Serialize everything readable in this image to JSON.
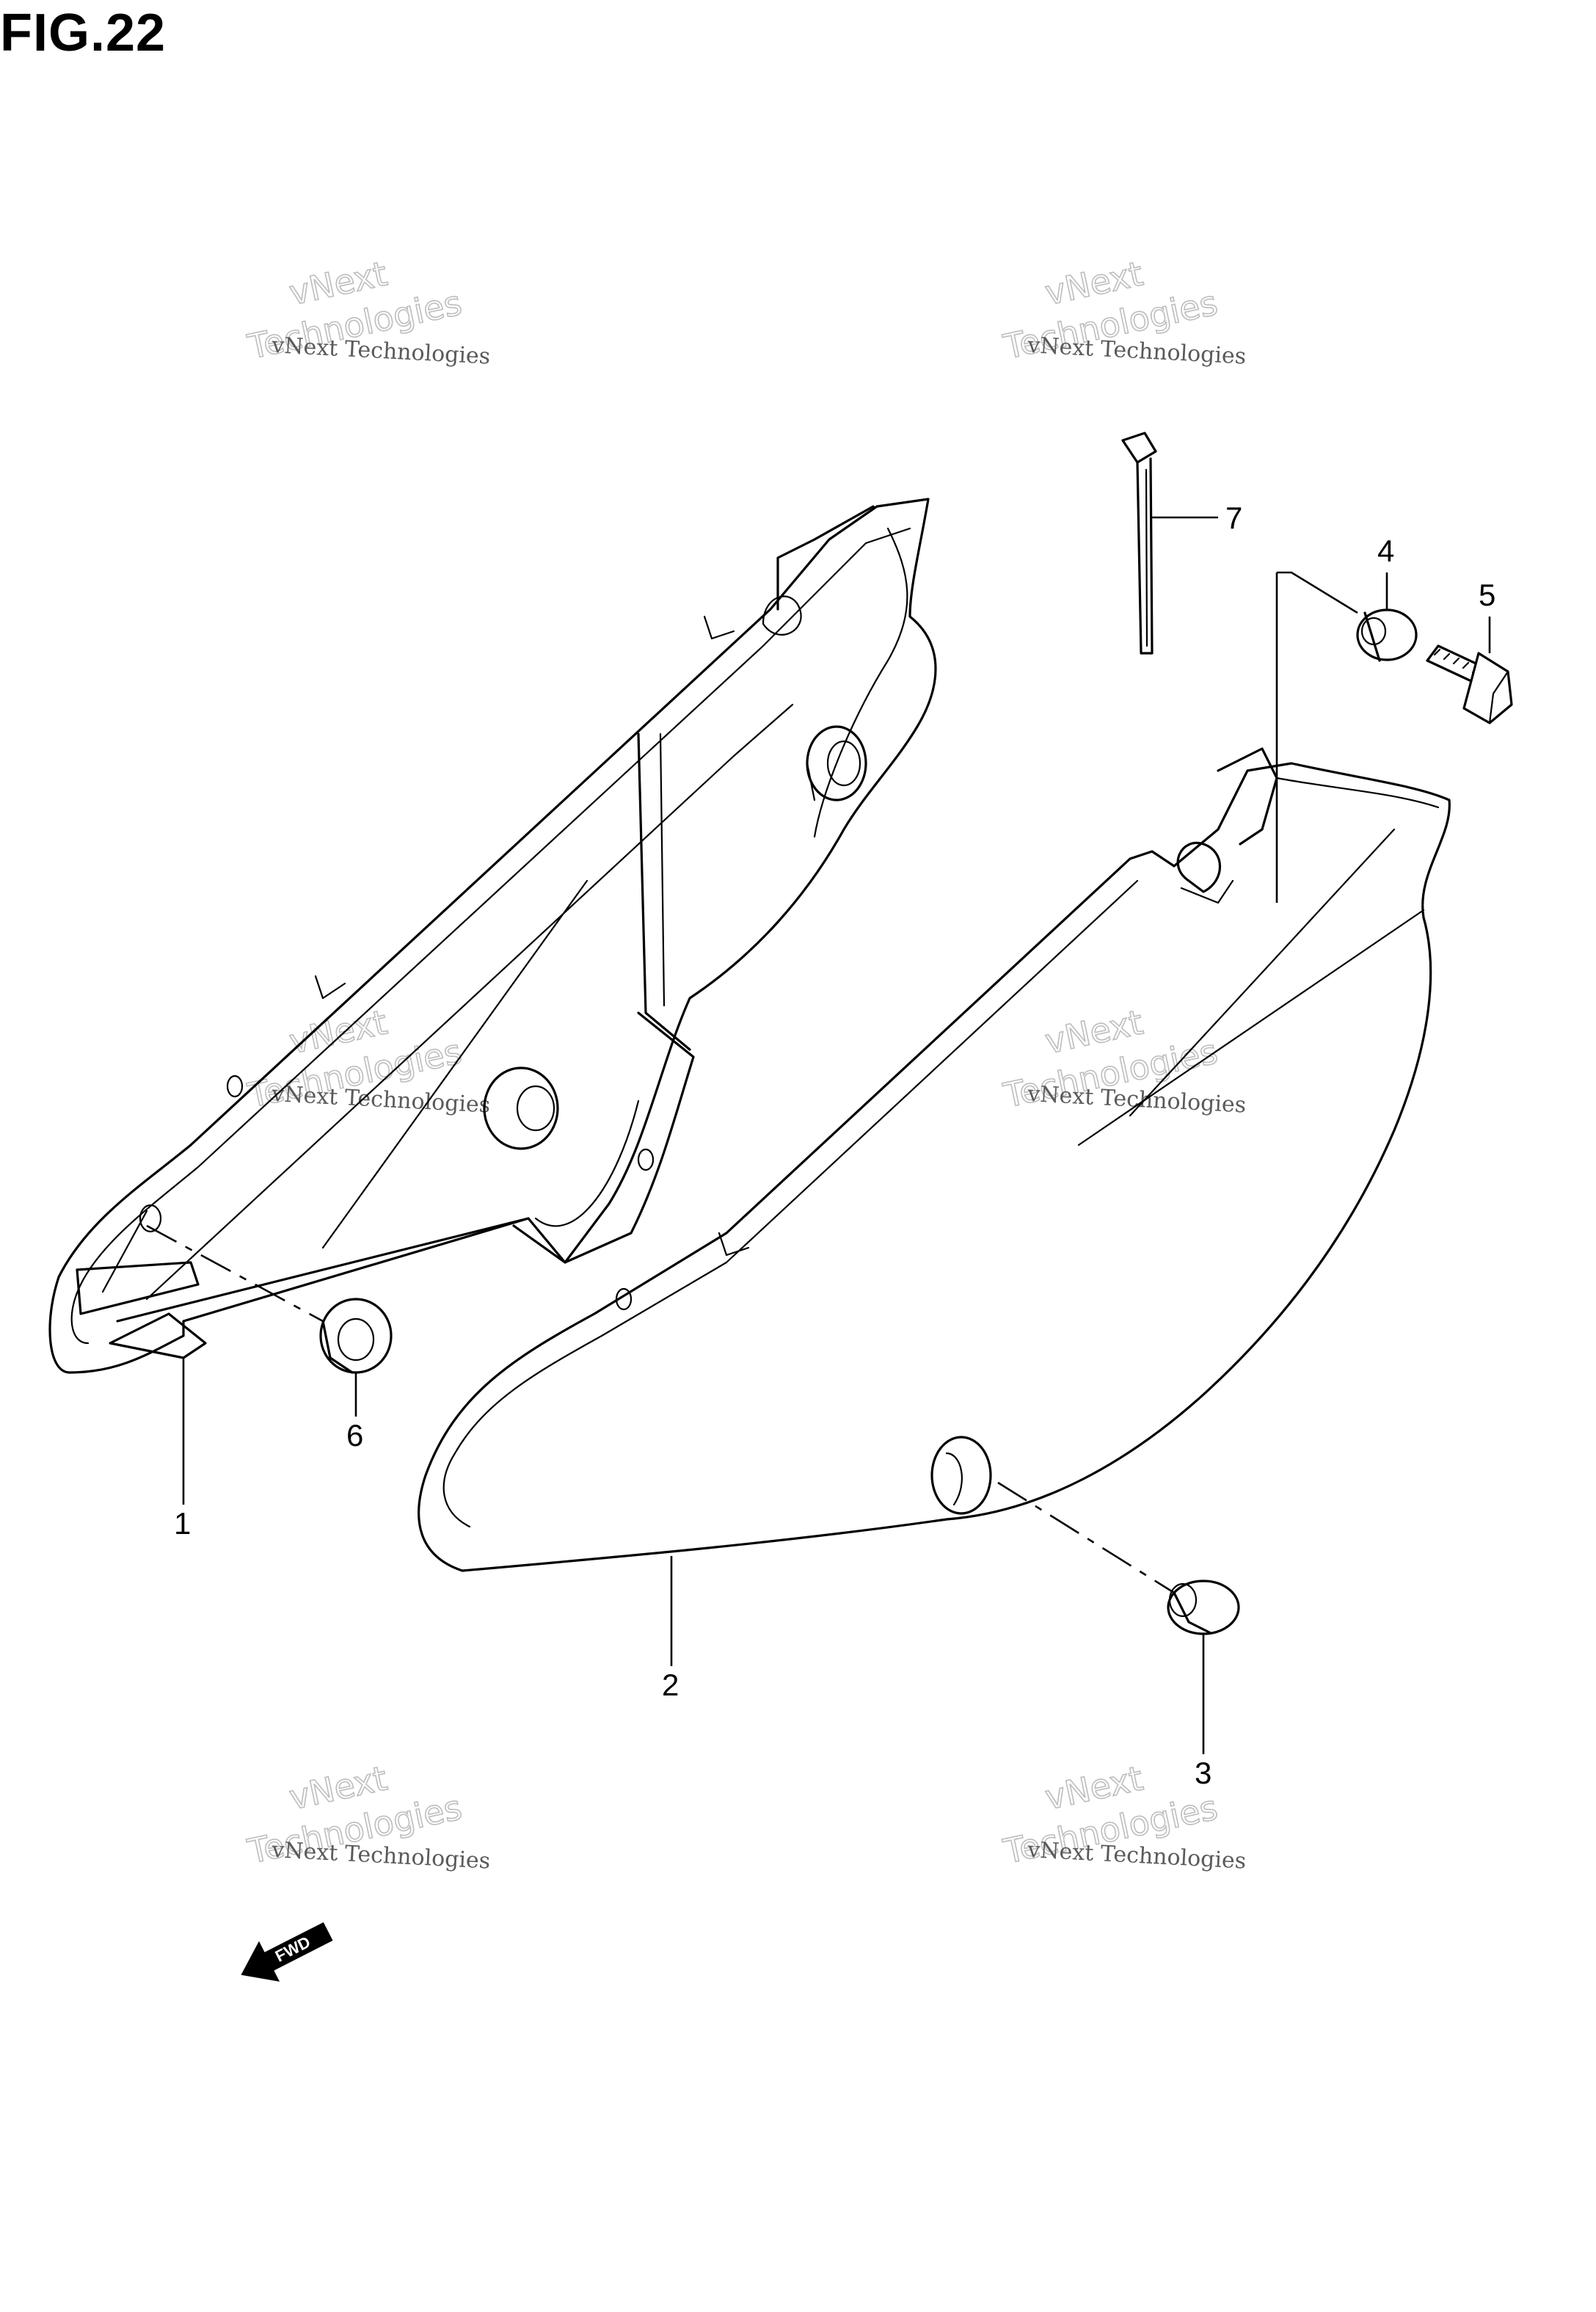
{
  "figure": {
    "title": "FIG.22"
  },
  "callouts": [
    {
      "id": "1",
      "label": "1"
    },
    {
      "id": "2",
      "label": "2"
    },
    {
      "id": "3",
      "label": "3"
    },
    {
      "id": "4",
      "label": "4"
    },
    {
      "id": "5",
      "label": "5"
    },
    {
      "id": "6",
      "label": "6"
    },
    {
      "id": "7",
      "label": "7"
    }
  ],
  "watermark": {
    "line_small": "vNext Technologies",
    "word_1": "vNext",
    "word_2": "Technologies"
  },
  "fwd_arrow": {
    "label": "FWD"
  }
}
